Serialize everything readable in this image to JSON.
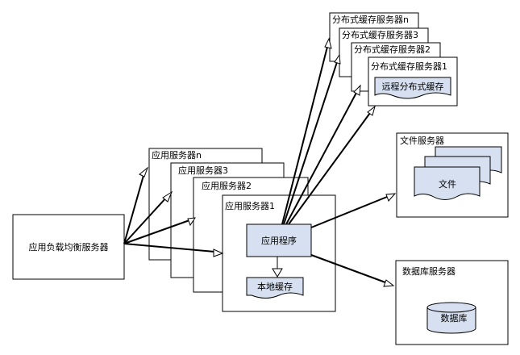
{
  "load_balancer": {
    "label": "应用负载均衡服务器"
  },
  "app_servers": {
    "n": "应用服务器n",
    "s3": "应用服务器3",
    "s2": "应用服务器2",
    "s1": "应用服务器1",
    "program": "应用程序",
    "local_cache": "本地缓存"
  },
  "cache_servers": {
    "n": "分布式缓存服务器n",
    "s3": "分布式缓存服务器3",
    "s2": "分布式缓存服务器2",
    "s1": "分布式缓存服务器1",
    "remote_cache": "远程分布式缓存"
  },
  "file_server": {
    "title": "文件服务器",
    "files": "文件"
  },
  "db_server": {
    "title": "数据库服务器",
    "database": "数据库"
  }
}
